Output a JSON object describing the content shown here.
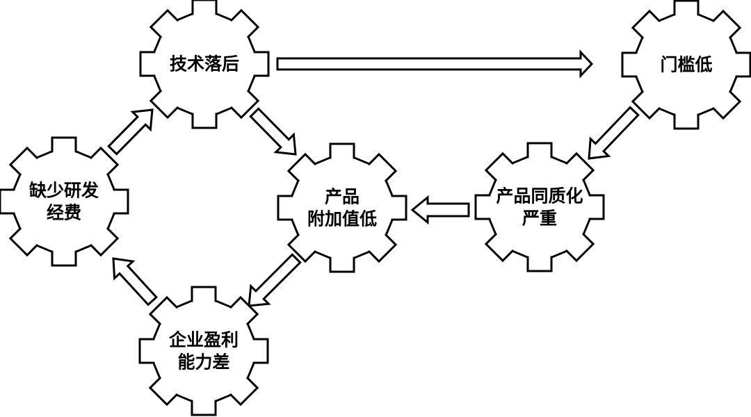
{
  "diagram": {
    "type": "cause-effect gear cycle",
    "colors": {
      "stroke": "#000000",
      "fill": "#ffffff",
      "text": "#000000"
    },
    "nodes": [
      {
        "id": "tech_lag",
        "lines": [
          "技术落后"
        ]
      },
      {
        "id": "low_threshold",
        "lines": [
          "门槛低"
        ]
      },
      {
        "id": "lack_rd_funds",
        "lines": [
          "缺少研发",
          "经费"
        ]
      },
      {
        "id": "low_added_value",
        "lines": [
          "产品",
          "附加值低"
        ]
      },
      {
        "id": "homogenization",
        "lines": [
          "产品同质化",
          "严重"
        ]
      },
      {
        "id": "poor_profitability",
        "lines": [
          "企业盈利",
          "能力差"
        ]
      }
    ],
    "edges": [
      {
        "from": "tech_lag",
        "to": "low_threshold"
      },
      {
        "from": "low_threshold",
        "to": "homogenization"
      },
      {
        "from": "homogenization",
        "to": "low_added_value"
      },
      {
        "from": "tech_lag",
        "to": "low_added_value"
      },
      {
        "from": "low_added_value",
        "to": "poor_profitability"
      },
      {
        "from": "poor_profitability",
        "to": "lack_rd_funds"
      },
      {
        "from": "lack_rd_funds",
        "to": "tech_lag"
      }
    ]
  }
}
